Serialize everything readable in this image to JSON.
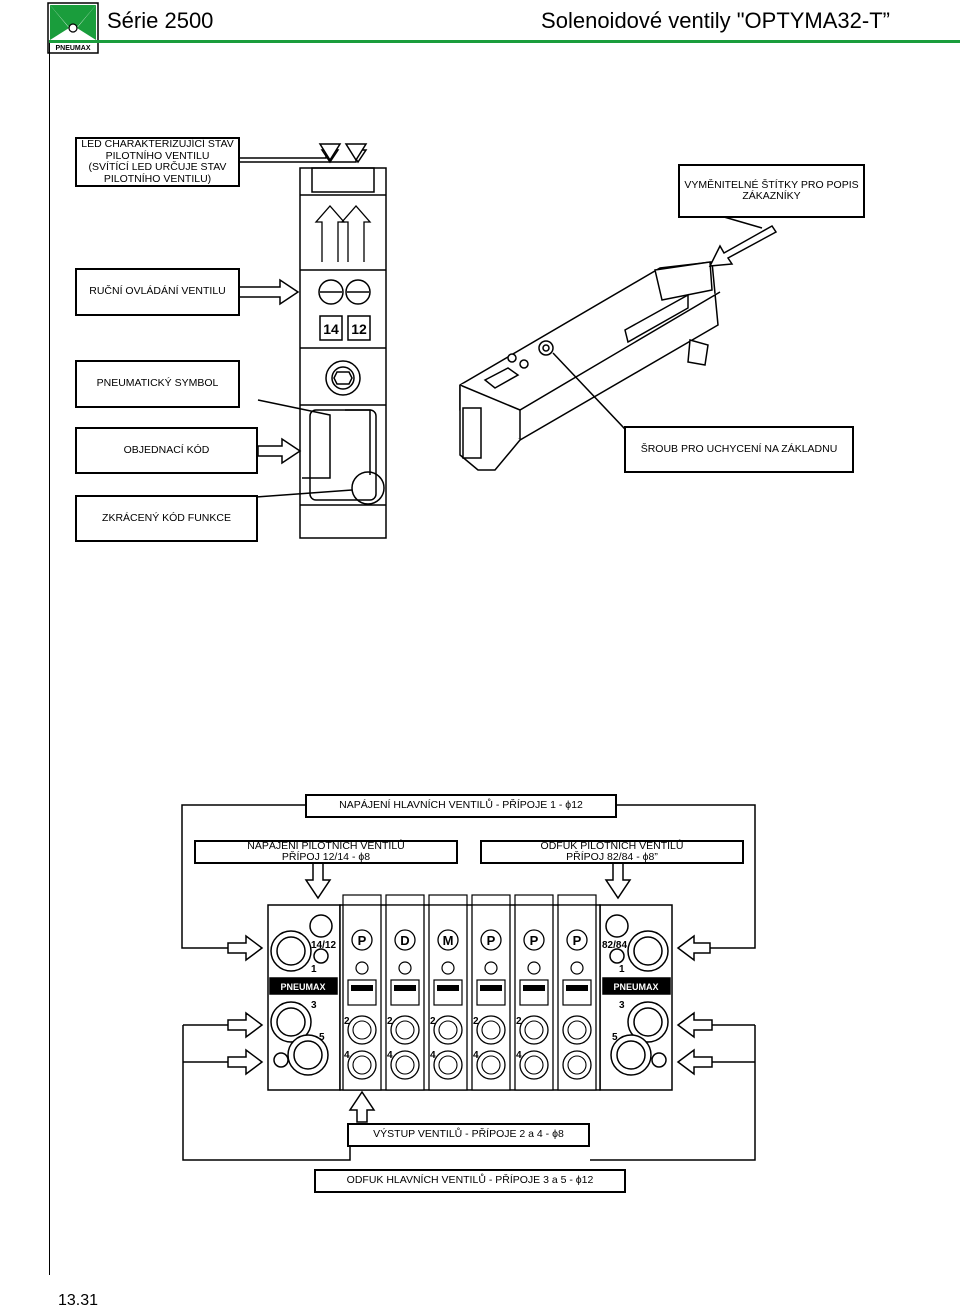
{
  "header": {
    "series": "Série 2500",
    "product": "Solenoidové ventily \"OPTYMA32-T”",
    "logo_text": "PNEUMAX",
    "accent_color": "#1a9d3c"
  },
  "page_number": "13.31",
  "valve_labels": {
    "led": [
      "LED CHARAKTERIZUJÍCÍ STAV",
      "PILOTNÍHO VENTILU",
      "(SVÍTÍCÍ LED URČUJE STAV",
      "PILOTNÍHO VENTILU)"
    ],
    "manual": "RUČNÍ OVLÁDÁNÍ VENTILU",
    "symbol": "PNEUMATICKÝ SYMBOL",
    "order_code": "OBJEDNACÍ KÓD",
    "short_code": "ZKRÁCENÝ KÓD FUNKCE",
    "labels_plates": [
      "VYMĚNITELNÉ ŠTÍTKY PRO POPIS",
      "ZÁKAZNÍKY"
    ],
    "screw": "ŠROUB PRO UCHYCENÍ NA ZÁKLADNU"
  },
  "valve_markings": {
    "port14": "14",
    "port12": "12"
  },
  "manifold_labels": {
    "main_supply": "NAPÁJENÍ HLAVNÍCH VENTILŮ - PŘÍPOJE 1 - ϕ12",
    "pilot_supply": [
      "NAPÁJENÍ PILOTNÍCH VENTILŮ",
      "PŘÍPOJ 12/14 - ϕ8"
    ],
    "pilot_exhaust": [
      "ODFUK PILOTNÍCH VENTILŮ",
      "PŘÍPOJ 82/84 - ϕ8”"
    ],
    "outputs": "VÝSTUP VENTILŮ - PŘÍPOJE 2 a 4 - ϕ8",
    "main_exhaust": "ODFUK HLAVNÍCH VENTILŮ - PŘÍPOJE 3 a 5 - ϕ12"
  },
  "manifold_markings": {
    "left_pilot": "14/12",
    "right_pilot": "82/84",
    "port1": "1",
    "port3": "3",
    "port5": "5",
    "port2": "2",
    "port4": "4",
    "brand": "PNEUMAX",
    "valve_letters": [
      "P",
      "D",
      "M",
      "P",
      "P",
      "P"
    ]
  }
}
